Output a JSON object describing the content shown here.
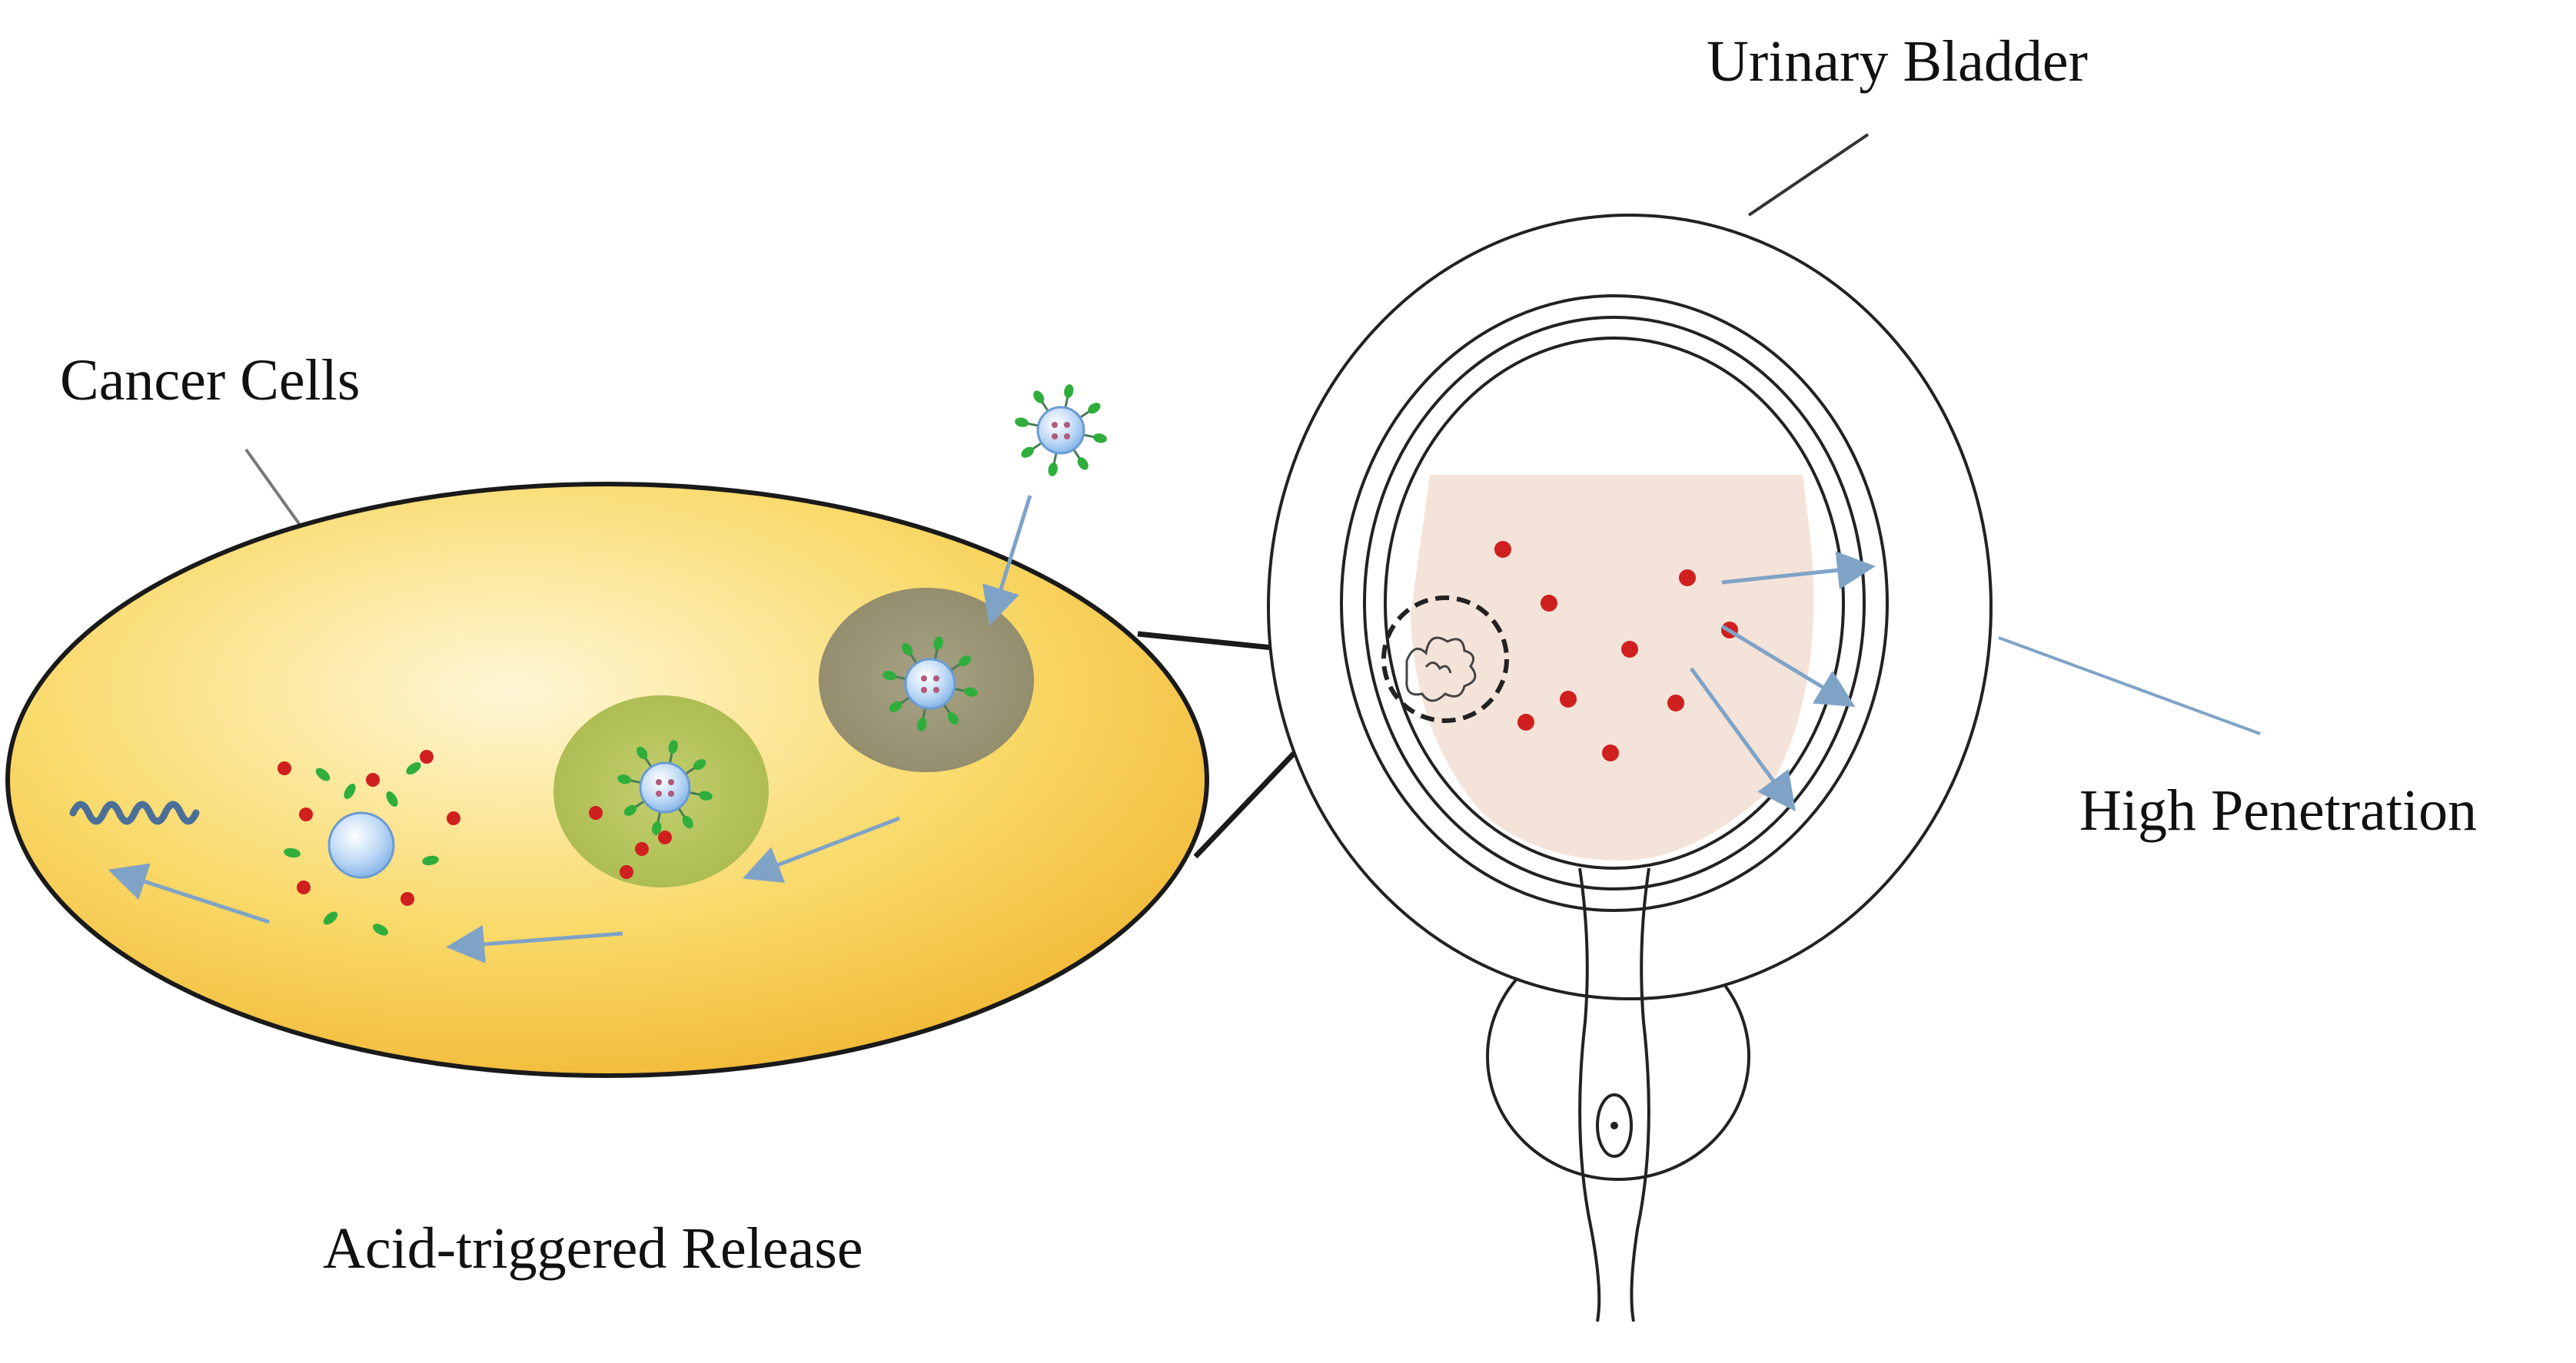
{
  "labels": {
    "urinary_bladder": "Urinary Bladder",
    "cancer_cells": "Cancer Cells",
    "high_penetration": "High Penetration",
    "acid_triggered_release": "Acid-triggered Release"
  },
  "colors": {
    "cell_fill_light": "#fff7d6",
    "cell_fill_mid": "#f9d968",
    "cell_fill_dark": "#f0b22c",
    "endosome_dark": "#8f8a6a",
    "endosome_green": "#a9b94e",
    "nanoparticle_blue": "#7fb0e6",
    "ligand_green": "#2fae3c",
    "drug_red": "#cf1f1f",
    "arrow_blue": "#7fa3c7",
    "urine_fill": "#f4e3d8",
    "outline": "#222222"
  },
  "icons": {
    "nanoparticle": "nanoparticle-icon",
    "drug": "drug-dot-icon",
    "dna": "dna-strand-icon",
    "tumor": "tumor-icon"
  }
}
